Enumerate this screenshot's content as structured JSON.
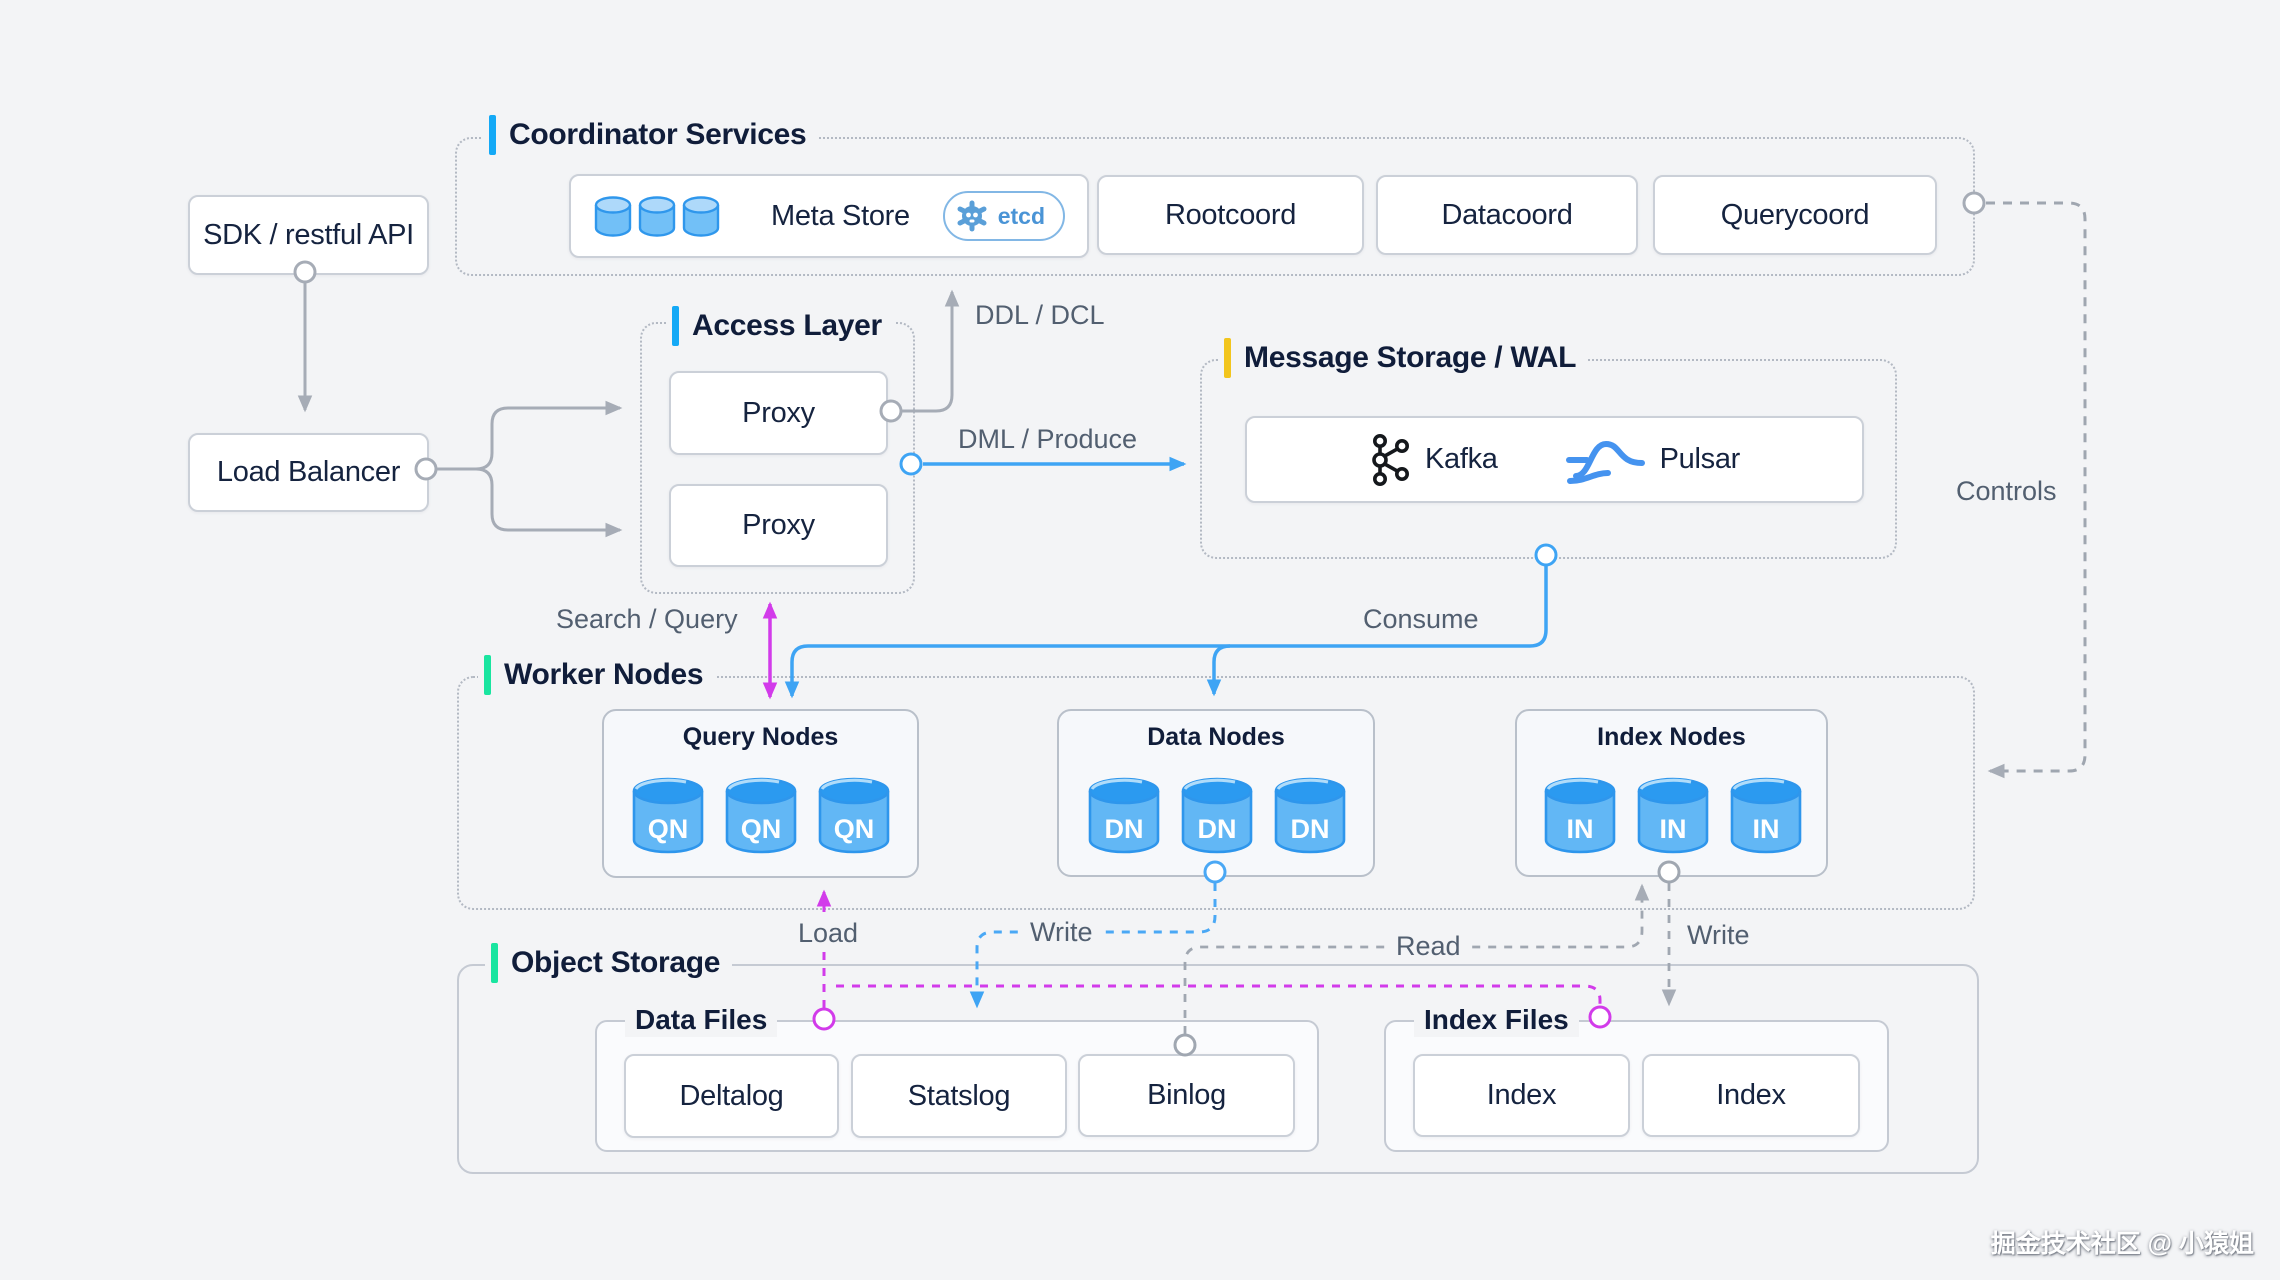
{
  "sections": {
    "coordinator": {
      "title": "Coordinator Services",
      "accent": "#14a9f6"
    },
    "access": {
      "title": "Access Layer",
      "accent": "#14a9f6"
    },
    "message": {
      "title": "Message Storage / WAL",
      "accent": "#f2c51d"
    },
    "worker": {
      "title": "Worker Nodes",
      "accent": "#19e5a0"
    },
    "object": {
      "title": "Object Storage",
      "accent": "#19e5a0"
    }
  },
  "boxes": {
    "sdk": "SDK / restful API",
    "load_balancer": "Load Balancer",
    "meta_store": "Meta Store",
    "etcd": "etcd",
    "rootcoord": "Rootcoord",
    "datacoord": "Datacoord",
    "querycoord": "Querycoord",
    "proxy1": "Proxy",
    "proxy2": "Proxy",
    "kafka": "Kafka",
    "pulsar": "Pulsar"
  },
  "worker_nodes": {
    "query": {
      "title": "Query Nodes",
      "cyl": "QN"
    },
    "data": {
      "title": "Data Nodes",
      "cyl": "DN"
    },
    "index": {
      "title": "Index Nodes",
      "cyl": "IN"
    }
  },
  "object_storage": {
    "data_files": {
      "title": "Data Files",
      "items": [
        "Deltalog",
        "Statslog",
        "Binlog"
      ]
    },
    "index_files": {
      "title": "Index Files",
      "items": [
        "Index",
        "Index"
      ]
    }
  },
  "flows": {
    "ddl": "DDL / DCL",
    "dml": "DML / Produce",
    "search": "Search / Query",
    "consume": "Consume",
    "controls": "Controls",
    "load": "Load",
    "write_data": "Write",
    "read": "Read",
    "write_index": "Write"
  },
  "colors": {
    "blue": "#3ea4f4",
    "magenta": "#d23bea",
    "gray": "#a6acb6",
    "accent_blue_bar": "#14a9f6",
    "accent_yellow_bar": "#f2c51d",
    "accent_green_bar": "#19e5a0"
  },
  "watermark": "掘金技术社区 @ 小猿姐"
}
